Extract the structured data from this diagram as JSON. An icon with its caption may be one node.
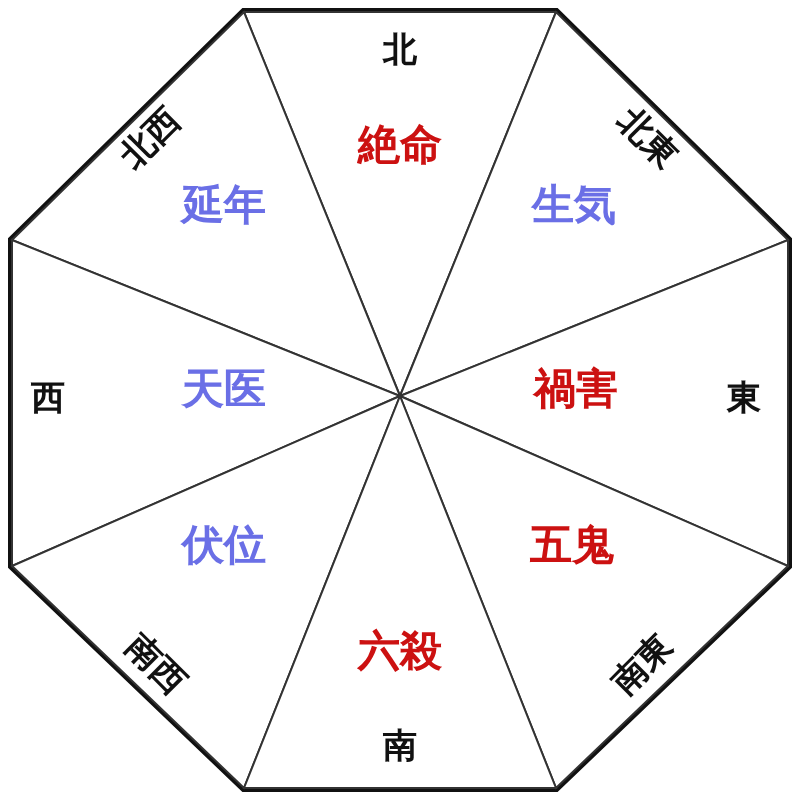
{
  "diagram": {
    "nodes": [
      {
        "text": [],
        "shape": "octagon"
      },
      {
        "text": [
          "北",
          "絶命"
        ],
        "in": 0
      },
      {
        "text": [
          "北西",
          "延年"
        ],
        "in": 0
      },
      {
        "text": [
          "北東",
          "生気"
        ],
        "in": 0
      },
      {
        "text": [
          "西",
          "天医"
        ],
        "in": 0
      },
      {
        "text": [
          "禍害",
          "東"
        ],
        "in": 0
      },
      {
        "text": [
          "南西",
          "伏位"
        ],
        "in": 0
      },
      {
        "text": [
          "南東",
          "五鬼"
        ],
        "in": 0
      },
      {
        "text": [
          "六殺",
          "南"
        ],
        "in": 0
      }
    ]
  }
}
